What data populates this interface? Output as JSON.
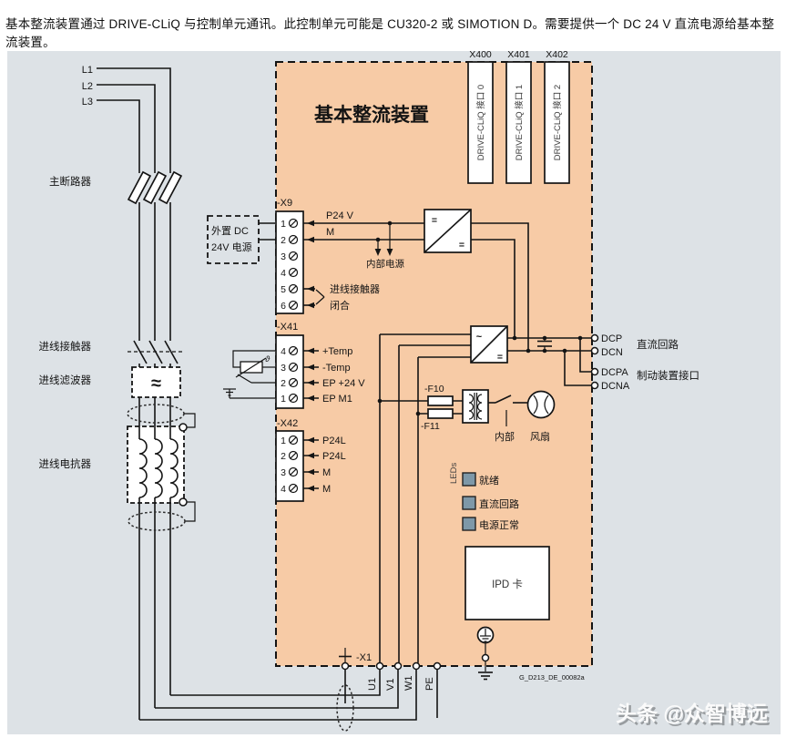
{
  "intro": "基本整流装置通过 DRIVE-CLiQ 与控制单元通讯。此控制单元可能是 CU320-2 或 SIMOTION D。需要提供一个 DC 24 V 直流电源给基本整流装置。",
  "watermark": "头条 @众智博远",
  "figure_id": "G_D213_DE_00082a",
  "title": "基本整流装置",
  "colors": {
    "panel_fill": "#f7cba6",
    "canvas_fill": "#dde2e6",
    "led_fill": "#7e98a8",
    "line": "#141414"
  },
  "phases": [
    "L1",
    "L2",
    "L3"
  ],
  "left_labels": {
    "breaker": "主断路器",
    "contactor": "进线接触器",
    "filter": "进线滤波器",
    "reactor": "进线电抗器"
  },
  "symbols": {
    "filter": "≈",
    "theta": "ϑ",
    "ac": "~",
    "dc": "="
  },
  "drive_cliq": {
    "ports": [
      {
        "id": "X400",
        "name": "DRIVE-CLiQ 接口 0"
      },
      {
        "id": "X401",
        "name": "DRIVE-CLiQ 接口 1"
      },
      {
        "id": "X402",
        "name": "DRIVE-CLiQ 接口 2"
      }
    ]
  },
  "ext_supply": {
    "line1": "外置 DC",
    "line2": "24V 电源"
  },
  "x9": {
    "id": "-X9",
    "pins": [
      "1",
      "2",
      "3",
      "4",
      "5",
      "6"
    ],
    "p24v": "P24 V",
    "m": "M",
    "internal_supply": "内部电源",
    "contactor_line1": "进线接触器",
    "contactor_line2": "闭合"
  },
  "x41": {
    "id": "-X41",
    "pins": [
      "4",
      "3",
      "2",
      "1"
    ],
    "labels": [
      "+Temp",
      "-Temp",
      "EP +24 V",
      "EP M1"
    ]
  },
  "x42": {
    "id": "-X42",
    "pins": [
      "1",
      "2",
      "3",
      "4"
    ],
    "labels": [
      "P24L",
      "P24L",
      "M",
      "M"
    ]
  },
  "fan_circuit": {
    "f10": "-F10",
    "f11": "-F11",
    "internal": "内部",
    "fan": "风扇"
  },
  "dc_link": {
    "dcp": "DCP",
    "dcn": "DCN",
    "dcpa": "DCPA",
    "dcna": "DCNA",
    "dc_link_label": "直流回路",
    "brake_label": "制动装置接口"
  },
  "leds": {
    "caption": "LEDs",
    "items": [
      "就绪",
      "直流回路",
      "电源正常"
    ]
  },
  "ipd": "IPD 卡",
  "x1": {
    "ground_id": "-X1",
    "terminals": [
      "U1",
      "V1",
      "W1",
      "PE"
    ]
  }
}
